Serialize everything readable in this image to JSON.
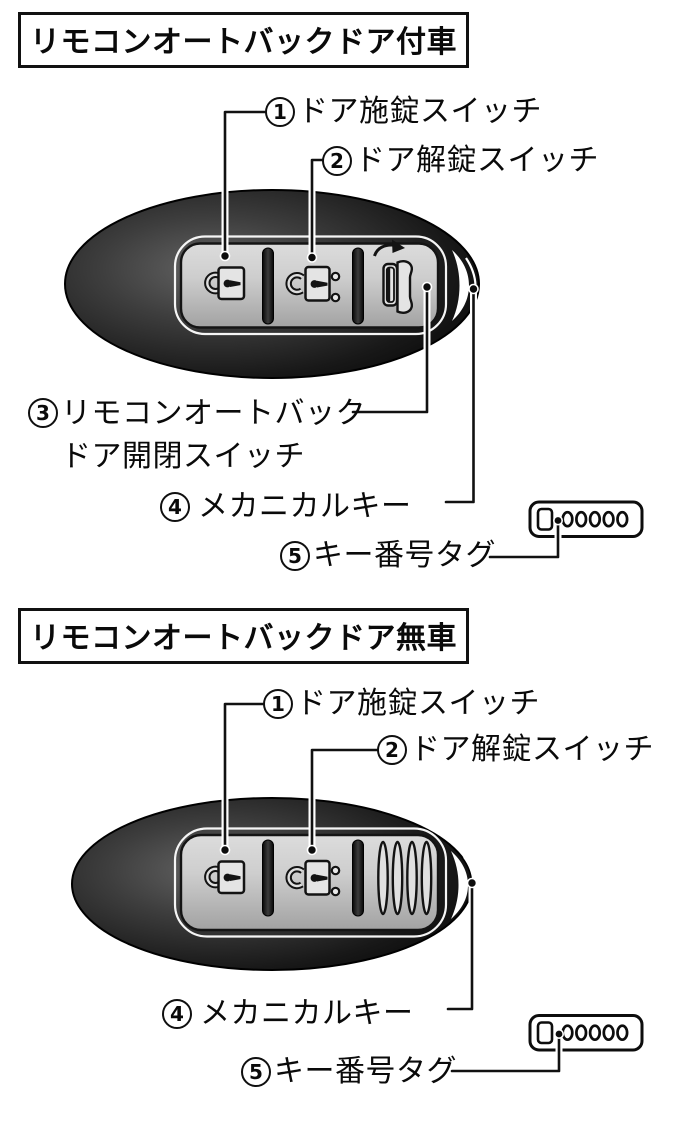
{
  "document_type": "owner-manual-key-fob-diagram",
  "sections": [
    {
      "title": "リモコンオートバックドア付車",
      "labels": {
        "door_lock": {
          "num": "1",
          "text": "ドア施錠スイッチ"
        },
        "door_unlock": {
          "num": "2",
          "text": "ドア解錠スイッチ"
        },
        "auto_backdoor": {
          "num": "3",
          "line1": "リモコンオートバック",
          "line2": "ドア開閉スイッチ"
        },
        "mechanical_key": {
          "num": "4",
          "text": "メカニカルキー"
        },
        "key_number_tag": {
          "num": "5",
          "text": "キー番号タグ"
        }
      },
      "key_tag_digits": "00000"
    },
    {
      "title": "リモコンオートバックドア無車",
      "labels": {
        "door_lock": {
          "num": "1",
          "text": "ドア施錠スイッチ"
        },
        "door_unlock": {
          "num": "2",
          "text": "ドア解錠スイッチ"
        },
        "mechanical_key": {
          "num": "4",
          "text": "メカニカルキー"
        },
        "key_number_tag": {
          "num": "5",
          "text": "キー番号タグ"
        }
      },
      "key_tag_digits": "00000"
    }
  ],
  "icons": {
    "lock": "closed-padlock-with-key",
    "unlock": "open-padlock-with-key",
    "auto_backdoor": "car-with-open-hatch-and-rotate-arrow",
    "grip": "four-grip-lines",
    "key_ring": "key-ring-crescent-hole",
    "key_tag": "key-number-tag-with-hole-and-five-digits"
  },
  "colors": {
    "outline": "#111111",
    "fob_body_dark": "#1b1b1b",
    "fob_body_highlight": "#5e5e5e",
    "panel_light": "#d8d8d8",
    "panel_shade": "#a8a8a8",
    "icon_fill": "#e4e4e4",
    "white": "#ffffff"
  }
}
